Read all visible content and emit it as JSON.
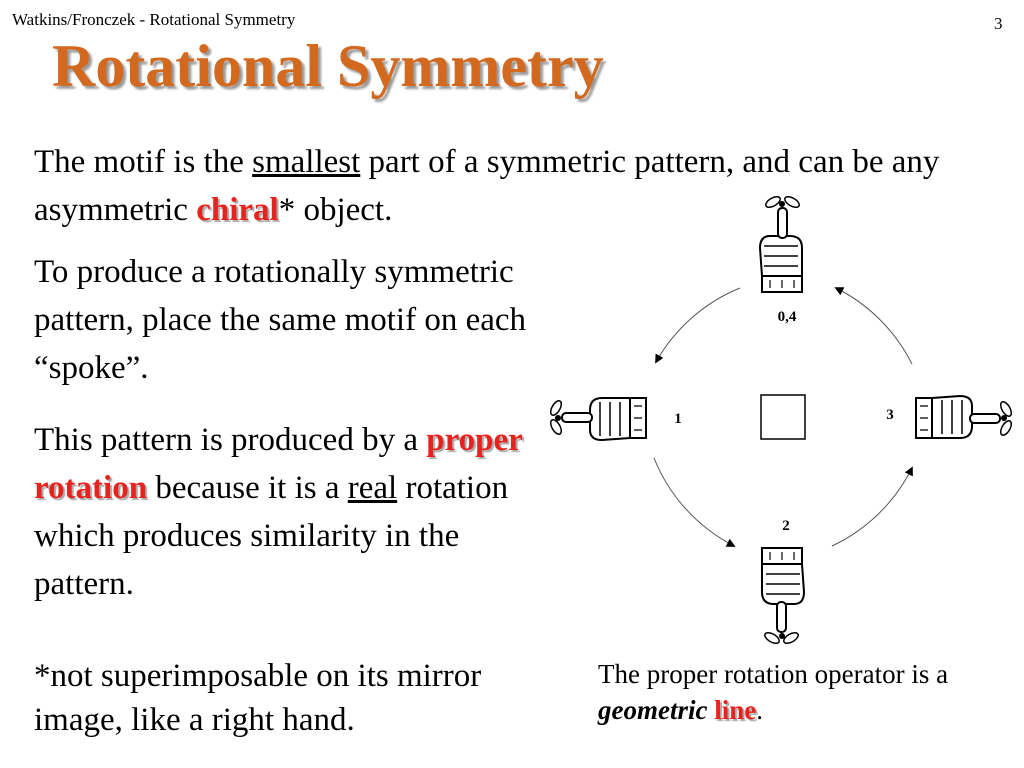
{
  "header": "Watkins/Fronczek - Rotational Symmetry",
  "page_number": "3",
  "title": "Rotational Symmetry",
  "para1": {
    "t1": "The motif is the ",
    "u1": "smallest",
    "t2": " part of a symmetric pattern, and can be any asymmetric ",
    "red1": "chiral",
    "t3": "* object."
  },
  "para2": "To produce a rotationally symmetric pattern, place the same motif on each “spoke”.",
  "para3": {
    "t1": "This pattern is produced by a ",
    "red1": "proper rotation",
    "t2": " because it is a ",
    "u1": "real",
    "t3": " rotation which produces similarity in the pattern."
  },
  "footnote": "*not superimposable on its mirror image, like a right hand.",
  "caption": {
    "t1": "The proper rotation operator is a ",
    "bi1": "geometric",
    "t2": " ",
    "red1": "line",
    "t3": "."
  },
  "diagram": {
    "labels": {
      "top": "0,4",
      "left": "1",
      "bottom": "2",
      "right": "3"
    },
    "motif_icon": "pointing-hand-icon",
    "center_icon": "rotation-axis-square-icon"
  },
  "colors": {
    "title": "#d2691e",
    "highlight": "#e8231e"
  }
}
